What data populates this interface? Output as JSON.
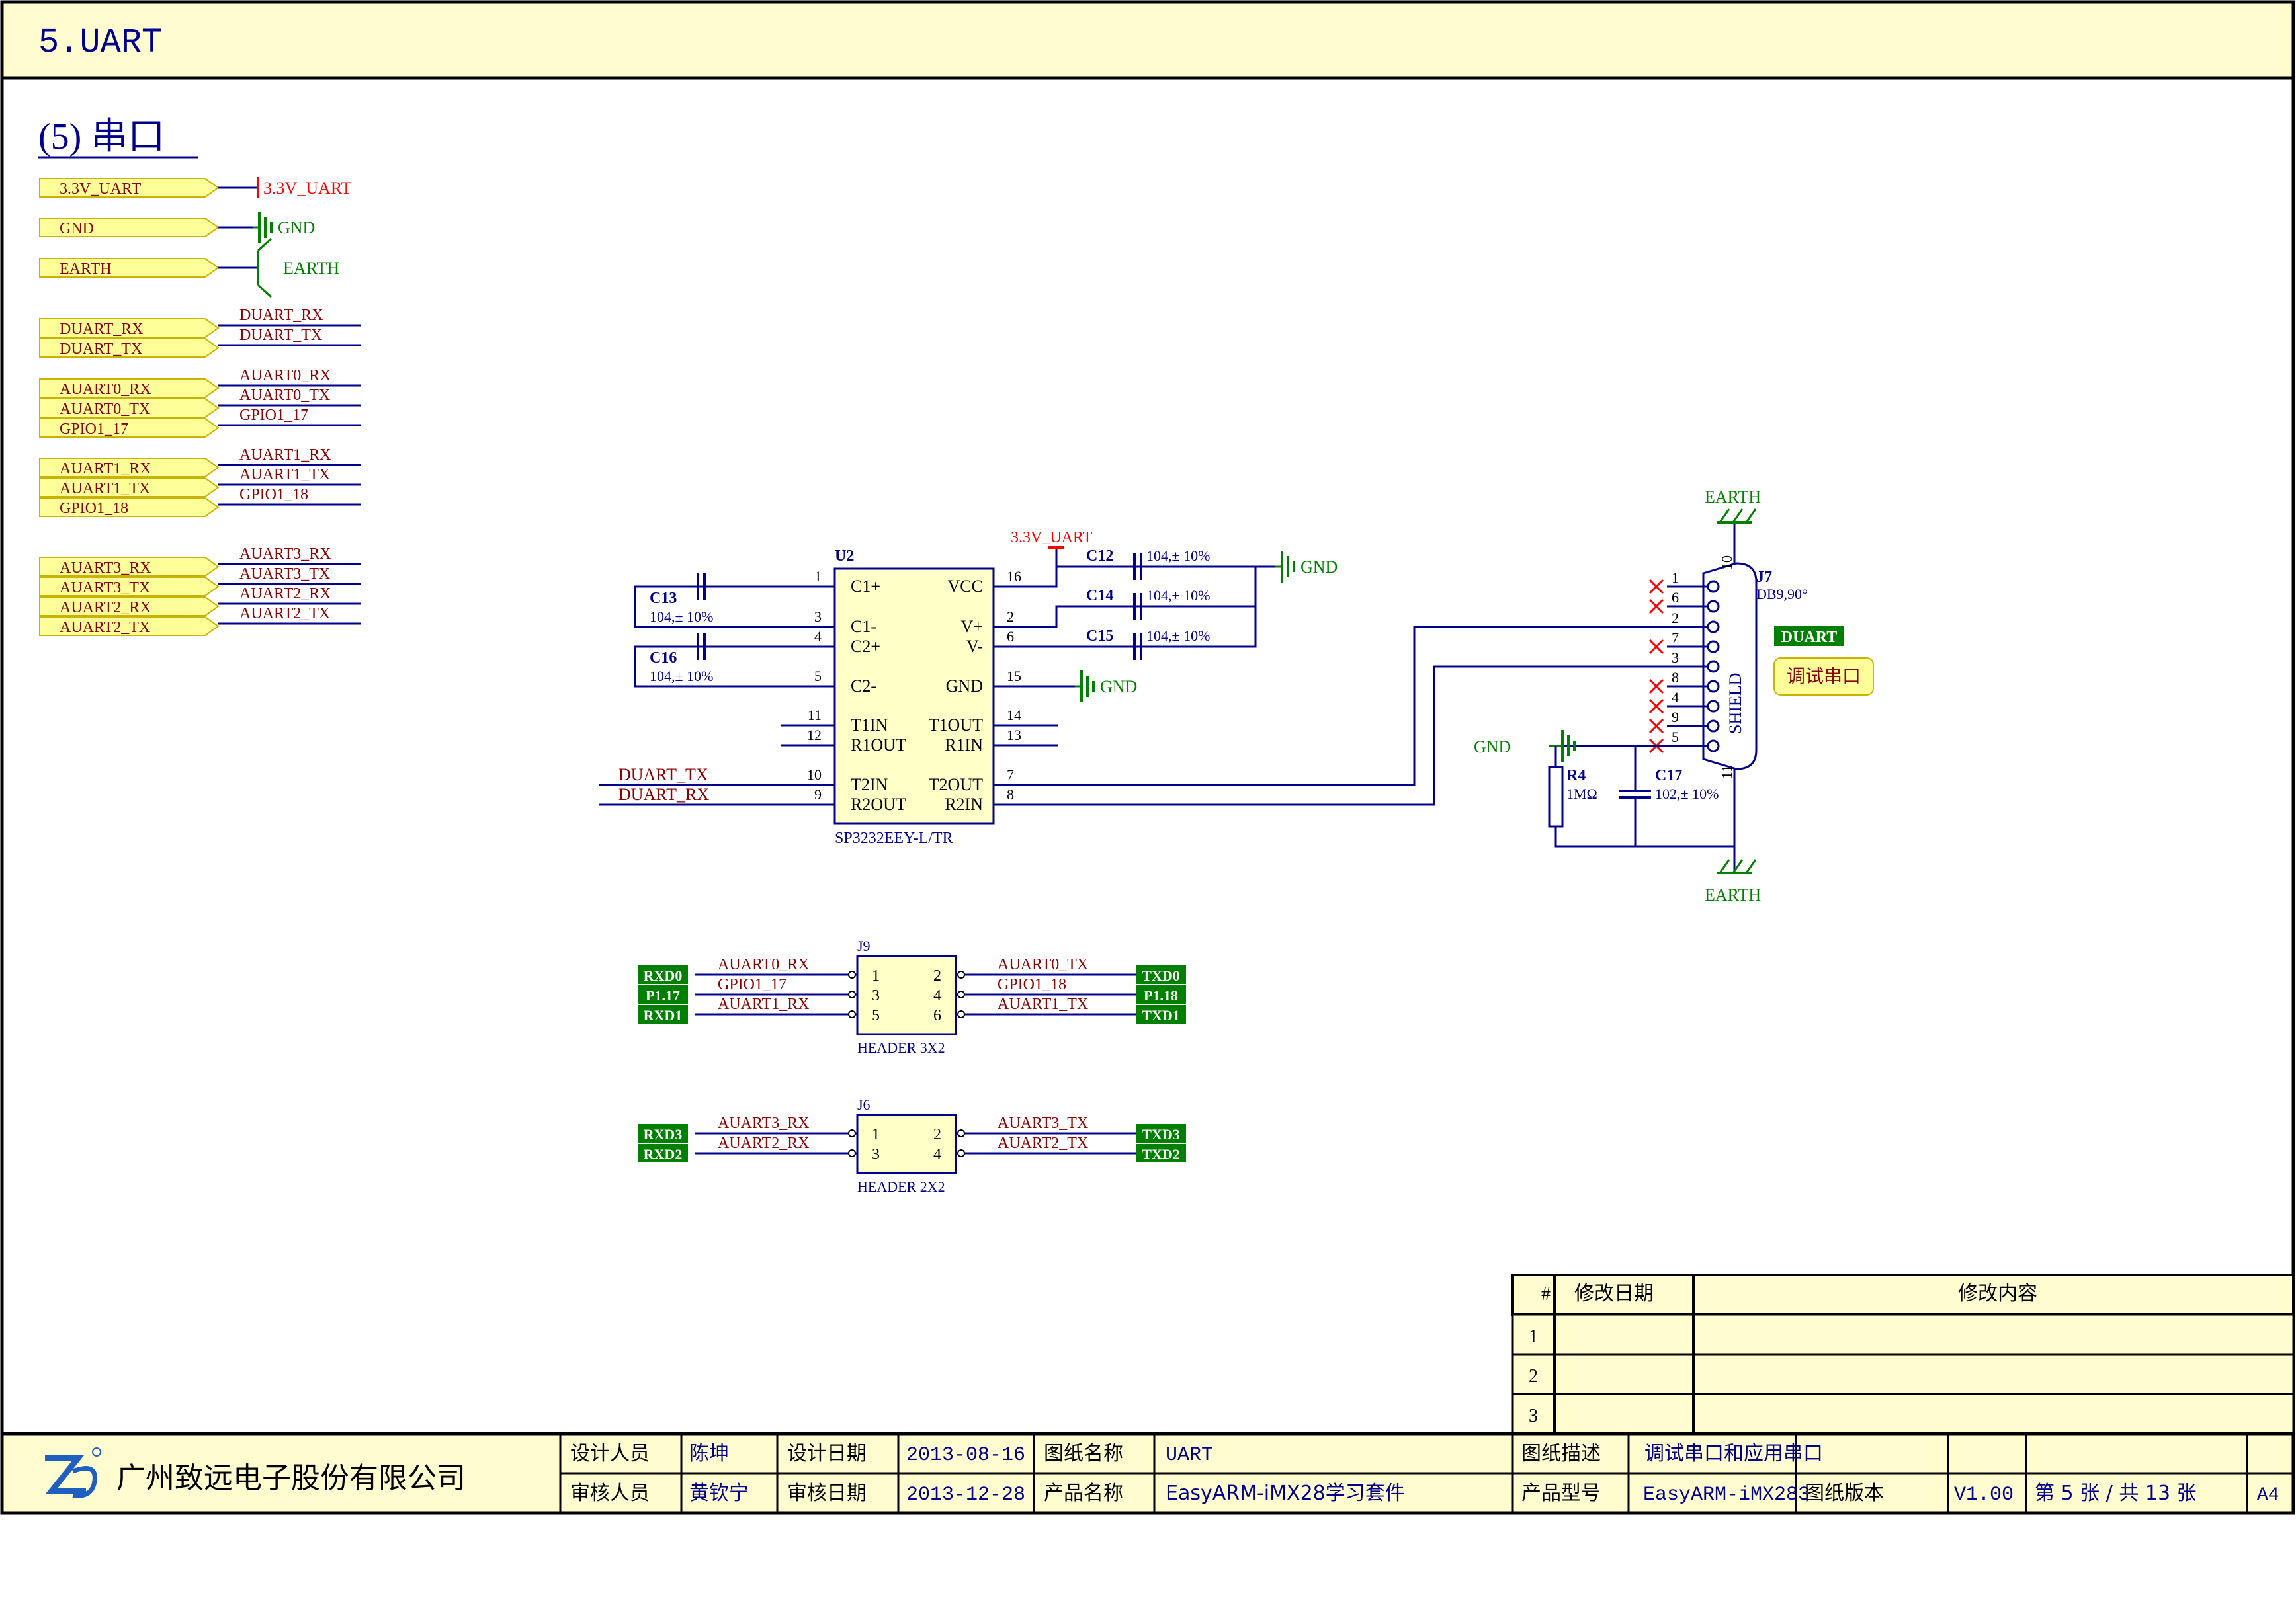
{
  "header": {
    "title": "5.UART"
  },
  "section": {
    "title": "(5) 串口"
  },
  "ports": {
    "power": [
      {
        "port": "3.3V_UART",
        "net": "3.3V_UART",
        "kind": "power"
      },
      {
        "port": "GND",
        "net": "GND",
        "kind": "ground"
      },
      {
        "port": "EARTH",
        "net": "EARTH",
        "kind": "earth"
      }
    ],
    "groups": [
      [
        {
          "port": "DUART_RX",
          "net": "DUART_RX"
        },
        {
          "port": "DUART_TX",
          "net": "DUART_TX"
        }
      ],
      [
        {
          "port": "AUART0_RX",
          "net": "AUART0_RX"
        },
        {
          "port": "AUART0_TX",
          "net": "AUART0_TX"
        },
        {
          "port": "GPIO1_17",
          "net": "GPIO1_17"
        }
      ],
      [
        {
          "port": "AUART1_RX",
          "net": "AUART1_RX"
        },
        {
          "port": "AUART1_TX",
          "net": "AUART1_TX"
        },
        {
          "port": "GPIO1_18",
          "net": "GPIO1_18"
        }
      ],
      [
        {
          "port": "AUART3_RX",
          "net": "AUART3_RX"
        },
        {
          "port": "AUART3_TX",
          "net": "AUART3_TX"
        },
        {
          "port": "AUART2_RX",
          "net": "AUART2_RX"
        },
        {
          "port": "AUART2_TX",
          "net": "AUART2_TX"
        }
      ]
    ]
  },
  "u2": {
    "ref": "U2",
    "part": "SP3232EEY-L/TR",
    "power_net": "3.3V_UART",
    "gnd_net": "GND",
    "left_pins": [
      {
        "num": "1",
        "name": "C1+"
      },
      {
        "num": "3",
        "name": "C1-"
      },
      {
        "num": "4",
        "name": "C2+"
      },
      {
        "num": "5",
        "name": "C2-"
      },
      {
        "num": "11",
        "name": "T1IN"
      },
      {
        "num": "12",
        "name": "R1OUT"
      },
      {
        "num": "10",
        "name": "T2IN"
      },
      {
        "num": "9",
        "name": "R2OUT"
      }
    ],
    "right_pins": [
      {
        "num": "16",
        "name": "VCC"
      },
      {
        "num": "2",
        "name": "V+"
      },
      {
        "num": "6",
        "name": "V-"
      },
      {
        "num": "15",
        "name": "GND"
      },
      {
        "num": "14",
        "name": "T1OUT"
      },
      {
        "num": "13",
        "name": "R1IN"
      },
      {
        "num": "7",
        "name": "T2OUT"
      },
      {
        "num": "8",
        "name": "R2IN"
      }
    ],
    "input_nets": [
      "DUART_TX",
      "DUART_RX"
    ]
  },
  "caps": [
    {
      "ref": "C13",
      "value": "104,± 10%"
    },
    {
      "ref": "C16",
      "value": "104,± 10%"
    },
    {
      "ref": "C12",
      "value": "104,± 10%"
    },
    {
      "ref": "C14",
      "value": "104,± 10%"
    },
    {
      "ref": "C15",
      "value": "104,± 10%"
    },
    {
      "ref": "C17",
      "value": "102,± 10%"
    }
  ],
  "gnd_label": "GND",
  "earth_label": "EARTH",
  "j7": {
    "ref": "J7",
    "value": "DB9,90°",
    "pins": [
      "1",
      "6",
      "2",
      "7",
      "3",
      "8",
      "4",
      "9",
      "5"
    ],
    "shield_label": "SHIELD",
    "shield_pins": [
      "10",
      "11"
    ],
    "tag": "DUART",
    "note": "调试串口"
  },
  "r4": {
    "ref": "R4",
    "value": "1MΩ"
  },
  "j9": {
    "ref": "J9",
    "part": "HEADER 3X2",
    "left": [
      {
        "num": "1",
        "net": "AUART0_RX",
        "tag": "RXD0"
      },
      {
        "num": "3",
        "net": "GPIO1_17",
        "tag": "P1.17"
      },
      {
        "num": "5",
        "net": "AUART1_RX",
        "tag": "RXD1"
      }
    ],
    "right": [
      {
        "num": "2",
        "net": "AUART0_TX",
        "tag": "TXD0"
      },
      {
        "num": "4",
        "net": "GPIO1_18",
        "tag": "P1.18"
      },
      {
        "num": "6",
        "net": "AUART1_TX",
        "tag": "TXD1"
      }
    ]
  },
  "j6": {
    "ref": "J6",
    "part": "HEADER 2X2",
    "left": [
      {
        "num": "1",
        "net": "AUART3_RX",
        "tag": "RXD3"
      },
      {
        "num": "3",
        "net": "AUART2_RX",
        "tag": "RXD2"
      }
    ],
    "right": [
      {
        "num": "2",
        "net": "AUART3_TX",
        "tag": "TXD3"
      },
      {
        "num": "4",
        "net": "AUART2_TX",
        "tag": "TXD2"
      }
    ]
  },
  "revision": {
    "headers": [
      "#",
      "修改日期",
      "修改内容"
    ],
    "rows": [
      {
        "n": "1",
        "date": "",
        "content": ""
      },
      {
        "n": "2",
        "date": "",
        "content": ""
      },
      {
        "n": "3",
        "date": "",
        "content": ""
      }
    ]
  },
  "title_block": {
    "company": "广州致远电子股份有限公司",
    "designer_label": "设计人员",
    "designer": "陈坤",
    "design_date_label": "设计日期",
    "design_date": "2013-08-16",
    "sheet_name_label": "图纸名称",
    "sheet_name": "UART",
    "desc_label": "图纸描述",
    "desc": "调试串口和应用串口",
    "reviewer_label": "审核人员",
    "reviewer": "黄钦宁",
    "review_date_label": "审核日期",
    "review_date": "2013-12-28",
    "product_label": "产品名称",
    "product": "EasyARM-iMX28学习套件",
    "model_label": "产品型号",
    "model": "EasyARM-iMX283",
    "version_label": "图纸版本",
    "version": "V1.00",
    "sheet_no": "第 5 张 / 共 13 张",
    "size": "A4"
  },
  "colors": {
    "wire": "#00008b",
    "net_label": "#8b0000",
    "power": "#ff0000",
    "ground": "#008000",
    "port_fill": "#ffff99",
    "port_stroke": "#c8b400",
    "sheet_bg": "#fffcd0",
    "tag_fill": "#008000",
    "tag_text": "#ffffff",
    "border": "#000000"
  }
}
